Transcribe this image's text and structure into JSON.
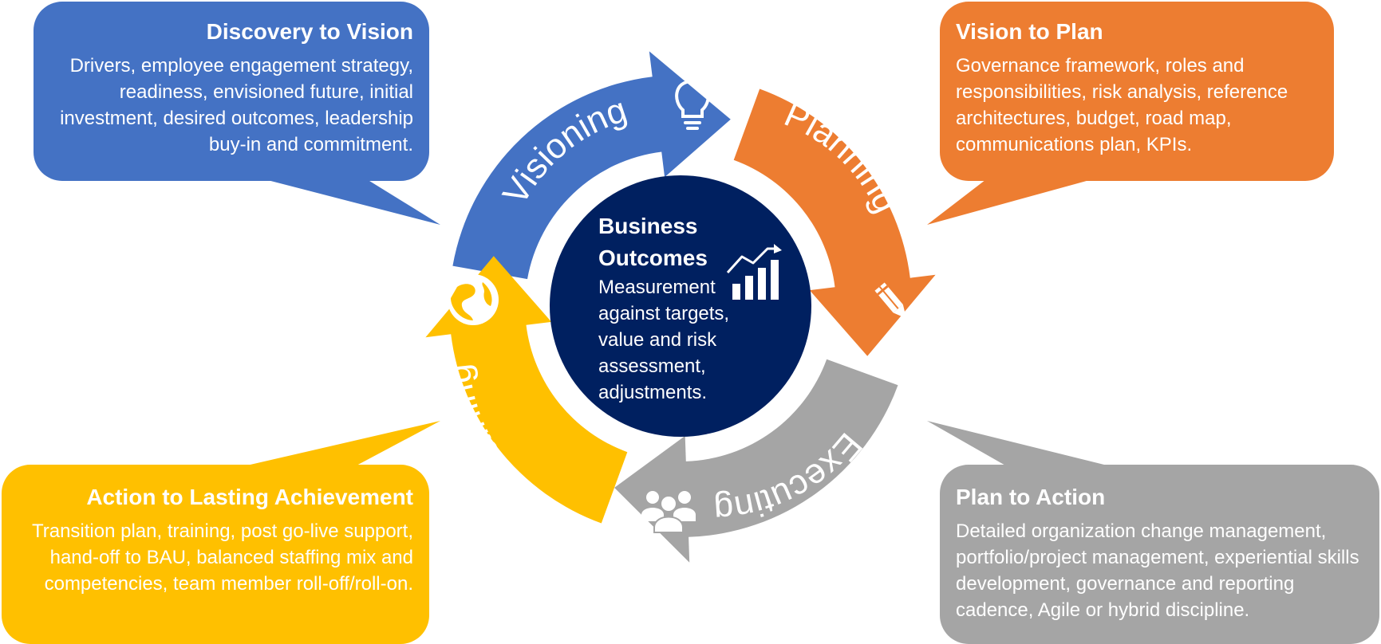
{
  "callouts": {
    "discovery": {
      "title": "Discovery to Vision",
      "body": "Drivers, employee engagement strategy, readiness, envisioned future, initial investment, desired outcomes, leadership buy-in and commitment."
    },
    "vision_to_plan": {
      "title": "Vision to Plan",
      "body": "Governance framework, roles and responsibilities, risk analysis, reference architectures, budget, road map, communications plan, KPIs."
    },
    "plan_to_action": {
      "title": "Plan to Action",
      "body": "Detailed organization change management, portfolio/project management, experiential skills development, governance and reporting cadence, Agile or hybrid discipline."
    },
    "lasting": {
      "title": "Action to Lasting Achievement",
      "body": "Transition plan, training, post go-live support, hand-off to BAU, balanced staffing mix and competencies, team member roll-off/roll-on."
    }
  },
  "cycle": {
    "visioning": "Visioning",
    "planning": "Planning",
    "executing": "Executing",
    "sustaining": "Sustaining"
  },
  "center": {
    "title_line1": "Business",
    "title_line2": "Outcomes",
    "body": "Measurement against targets, value and risk assessment, adjustments."
  },
  "colors": {
    "blue": "#4472C4",
    "orange": "#ED7D31",
    "gray": "#A5A5A5",
    "yellow": "#FFC000",
    "navy": "#002060"
  },
  "icons": {
    "visioning": "lightbulb-icon",
    "planning": "pencil-icon",
    "executing": "people-icon",
    "sustaining": "globe-icon",
    "center": "bar-chart-trend-icon"
  }
}
